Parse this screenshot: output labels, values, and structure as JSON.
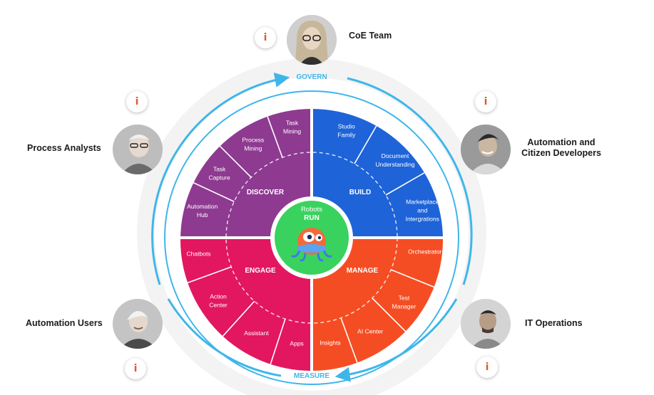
{
  "center": {
    "line1": "Robots",
    "line2": "RUN"
  },
  "cycle": {
    "top": "GOVERN",
    "bottom": "MEASURE"
  },
  "quadrants": {
    "discover": {
      "title": "DISCOVER",
      "color": "#8e3a91",
      "items": [
        {
          "lines": [
            "Task",
            "Mining"
          ]
        },
        {
          "lines": [
            "Process",
            "Mining"
          ]
        },
        {
          "lines": [
            "Task",
            "Capture"
          ]
        },
        {
          "lines": [
            "Automation",
            "Hub"
          ]
        }
      ]
    },
    "build": {
      "title": "BUILD",
      "color": "#1e63d8",
      "items": [
        {
          "lines": [
            "Studio",
            "Family"
          ]
        },
        {
          "lines": [
            "Document",
            "Understanding"
          ]
        },
        {
          "lines": [
            "Marketplace",
            "and",
            "Intergrations"
          ]
        }
      ]
    },
    "engage": {
      "title": "ENGAGE",
      "color": "#e2175f",
      "items": [
        {
          "lines": [
            "Chatbots"
          ]
        },
        {
          "lines": [
            "Action",
            "Center"
          ]
        },
        {
          "lines": [
            "Assistant"
          ]
        },
        {
          "lines": [
            "Apps"
          ]
        }
      ]
    },
    "manage": {
      "title": "MANAGE",
      "color": "#f54d23",
      "items": [
        {
          "lines": [
            "Orchestrator"
          ]
        },
        {
          "lines": [
            "Test",
            "Manager"
          ]
        },
        {
          "lines": [
            "AI Center"
          ]
        },
        {
          "lines": [
            "Insights"
          ]
        }
      ]
    }
  },
  "personas": {
    "coe": {
      "label": "CoE Team",
      "info": "i",
      "icon": "person-avatar"
    },
    "process_analysts": {
      "label": "Process Analysts",
      "info": "i",
      "icon": "person-avatar"
    },
    "developers": {
      "label": "Automation and\nCitizen Developers",
      "info": "i",
      "icon": "person-avatar"
    },
    "users": {
      "label": "Automation Users",
      "info": "i",
      "icon": "person-avatar"
    },
    "it_ops": {
      "label": "IT Operations",
      "info": "i",
      "icon": "person-avatar"
    }
  },
  "colors": {
    "cycle_arrow": "#3fb6ea",
    "center_green": "#3ad25f",
    "info_icon": "#e2572a",
    "ring_light": "#f1f1f1"
  }
}
